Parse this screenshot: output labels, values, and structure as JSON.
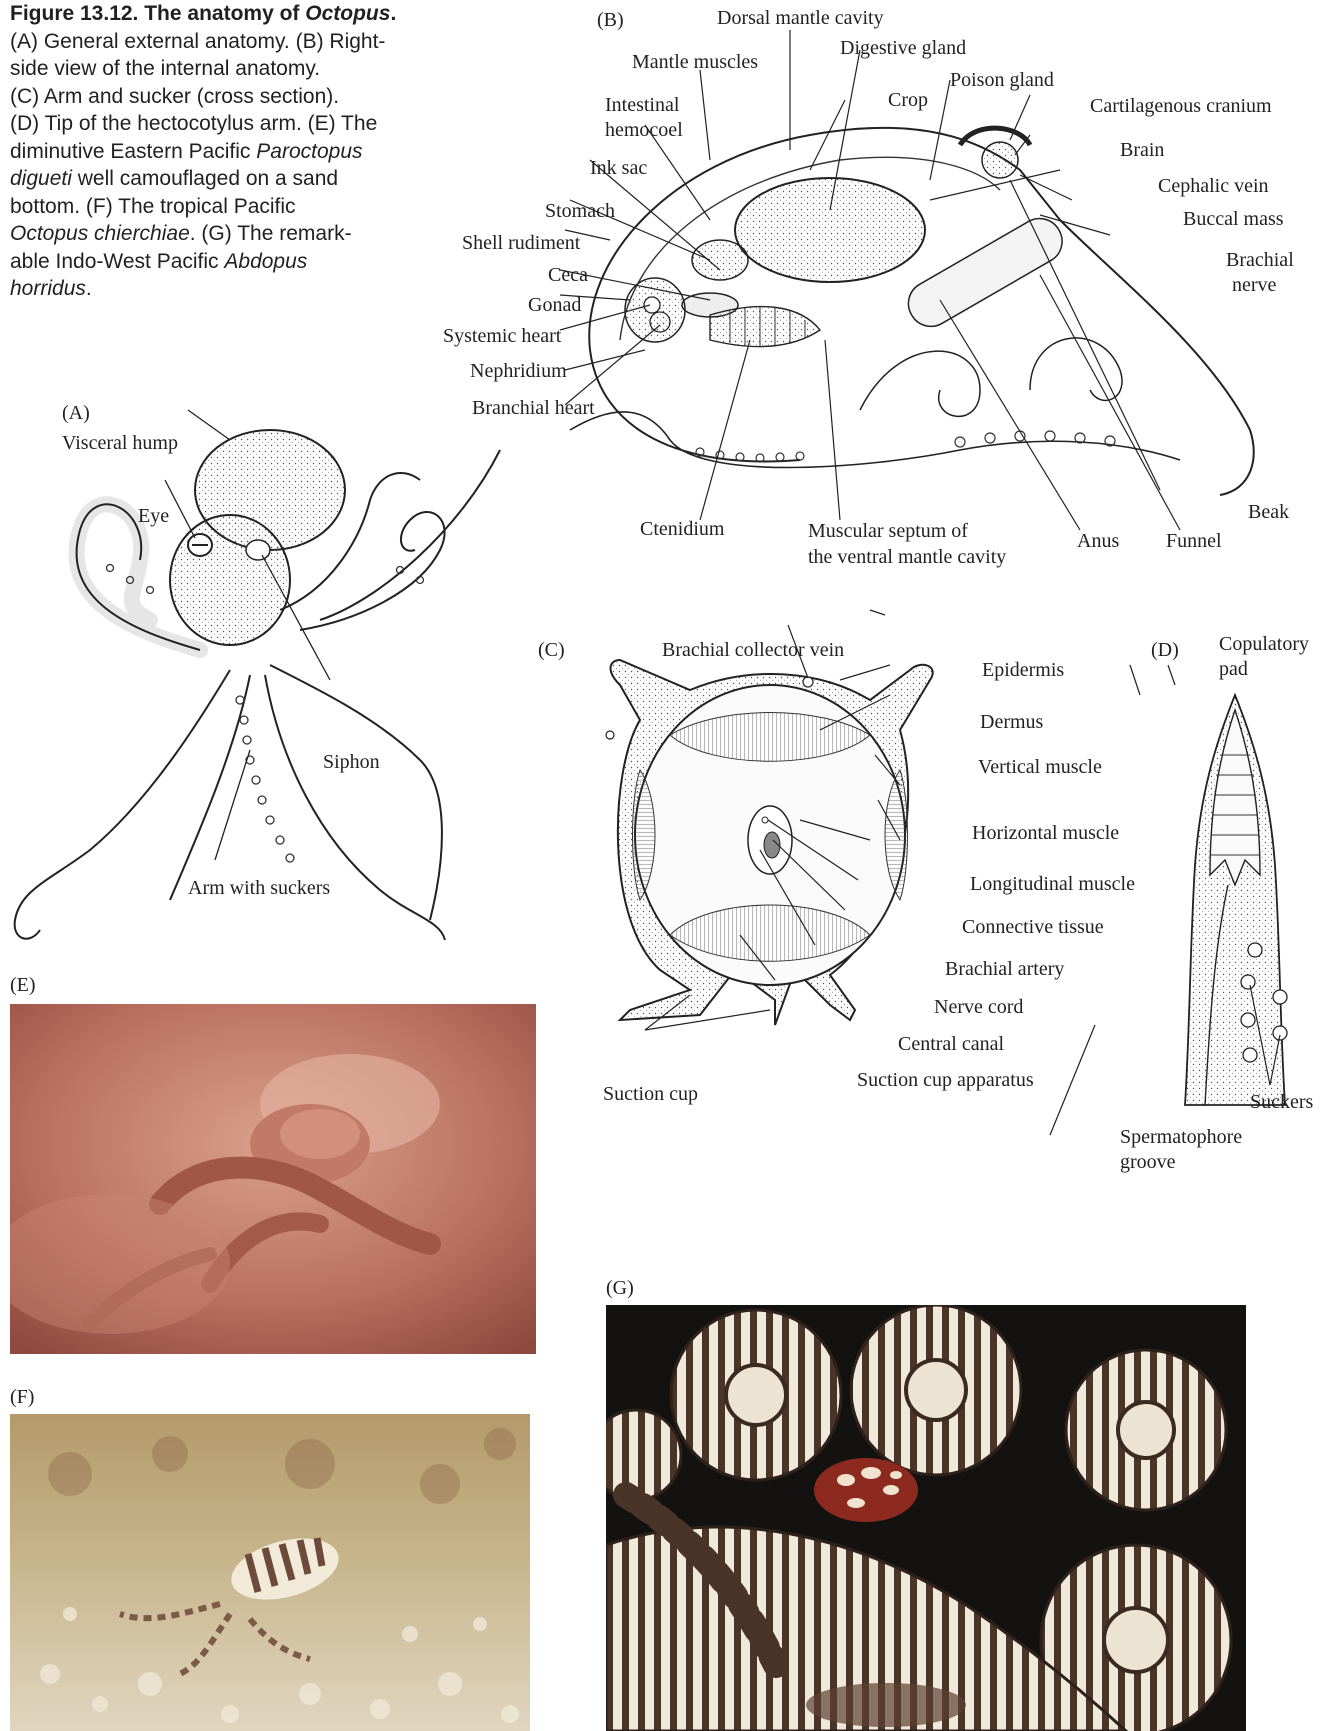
{
  "caption": {
    "head": "Figure 13.12.",
    "title": "The anatomy of",
    "title_italic": "Octopus",
    "title_end": ".",
    "line_a": "(A) General external anatomy. (B) Right-",
    "line_b": "side view of the internal anatomy.",
    "line_c": "(C) Arm and sucker (cross section).",
    "line_d": "(D) Tip of the hectocotylus arm. (E) The",
    "line_e1": "diminutive Eastern Pacific",
    "line_e1_italic": "Paroctopus",
    "line_e2_italic": "digueti",
    "line_e2": "well camouflaged on a sand",
    "line_e3": "bottom. (F) The tropical Pacific",
    "line_f_italic": "Octopus chierchiae",
    "line_f": ". (G) The remark-",
    "line_g": "able Indo-West Pacific",
    "line_g_italic": "Abdopus",
    "line_h_italic": "horridus",
    "line_h": "."
  },
  "panels": {
    "A": {
      "letter": "(A)",
      "labels": {
        "visceral_hump": "Visceral hump",
        "eye": "Eye",
        "siphon": "Siphon",
        "arm_with_suckers": "Arm with suckers"
      }
    },
    "B": {
      "letter": "(B)",
      "labels": {
        "dorsal_mantle_cavity": "Dorsal mantle cavity",
        "digestive_gland": "Digestive gland",
        "mantle_muscles": "Mantle muscles",
        "poison_gland": "Poison gland",
        "crop": "Crop",
        "cartilagenous_cranium": "Cartilagenous cranium",
        "intestinal": "Intestinal",
        "hemocoel": "hemocoel",
        "brain": "Brain",
        "ink_sac": "Ink sac",
        "cephalic_vein": "Cephalic vein",
        "stomach": "Stomach",
        "buccal_mass": "Buccal mass",
        "shell_rudiment": "Shell rudiment",
        "brachial": "Brachial",
        "nerve": "nerve",
        "ceca": "Ceca",
        "gonad": "Gonad",
        "systemic_heart": "Systemic heart",
        "nephridium": "Nephridium",
        "branchial_heart": "Branchial heart",
        "beak": "Beak",
        "ctenidium": "Ctenidium",
        "muscular_septum_1": "Muscular septum of",
        "muscular_septum_2": "the ventral mantle cavity",
        "anus": "Anus",
        "funnel": "Funnel"
      }
    },
    "C": {
      "letter": "(C)",
      "labels": {
        "brachial_collector_vein": "Brachial collector vein",
        "epidermis": "Epidermis",
        "dermus": "Dermus",
        "vertical_muscle": "Vertical muscle",
        "horizontal_muscle": "Horizontal muscle",
        "longitudinal_muscle": "Longitudinal muscle",
        "connective_tissue": "Connective tissue",
        "brachial_artery": "Brachial artery",
        "nerve_cord": "Nerve cord",
        "central_canal": "Central canal",
        "suction_cup_apparatus": "Suction cup apparatus",
        "suction_cup": "Suction cup"
      }
    },
    "D": {
      "letter": "(D)",
      "labels": {
        "copulatory": "Copulatory",
        "pad": "pad",
        "suckers": "Suckers",
        "spermatophore": "Spermatophore",
        "groove": "groove"
      }
    },
    "E": {
      "letter": "(E)"
    },
    "F": {
      "letter": "(F)"
    },
    "G": {
      "letter": "(G)"
    }
  }
}
